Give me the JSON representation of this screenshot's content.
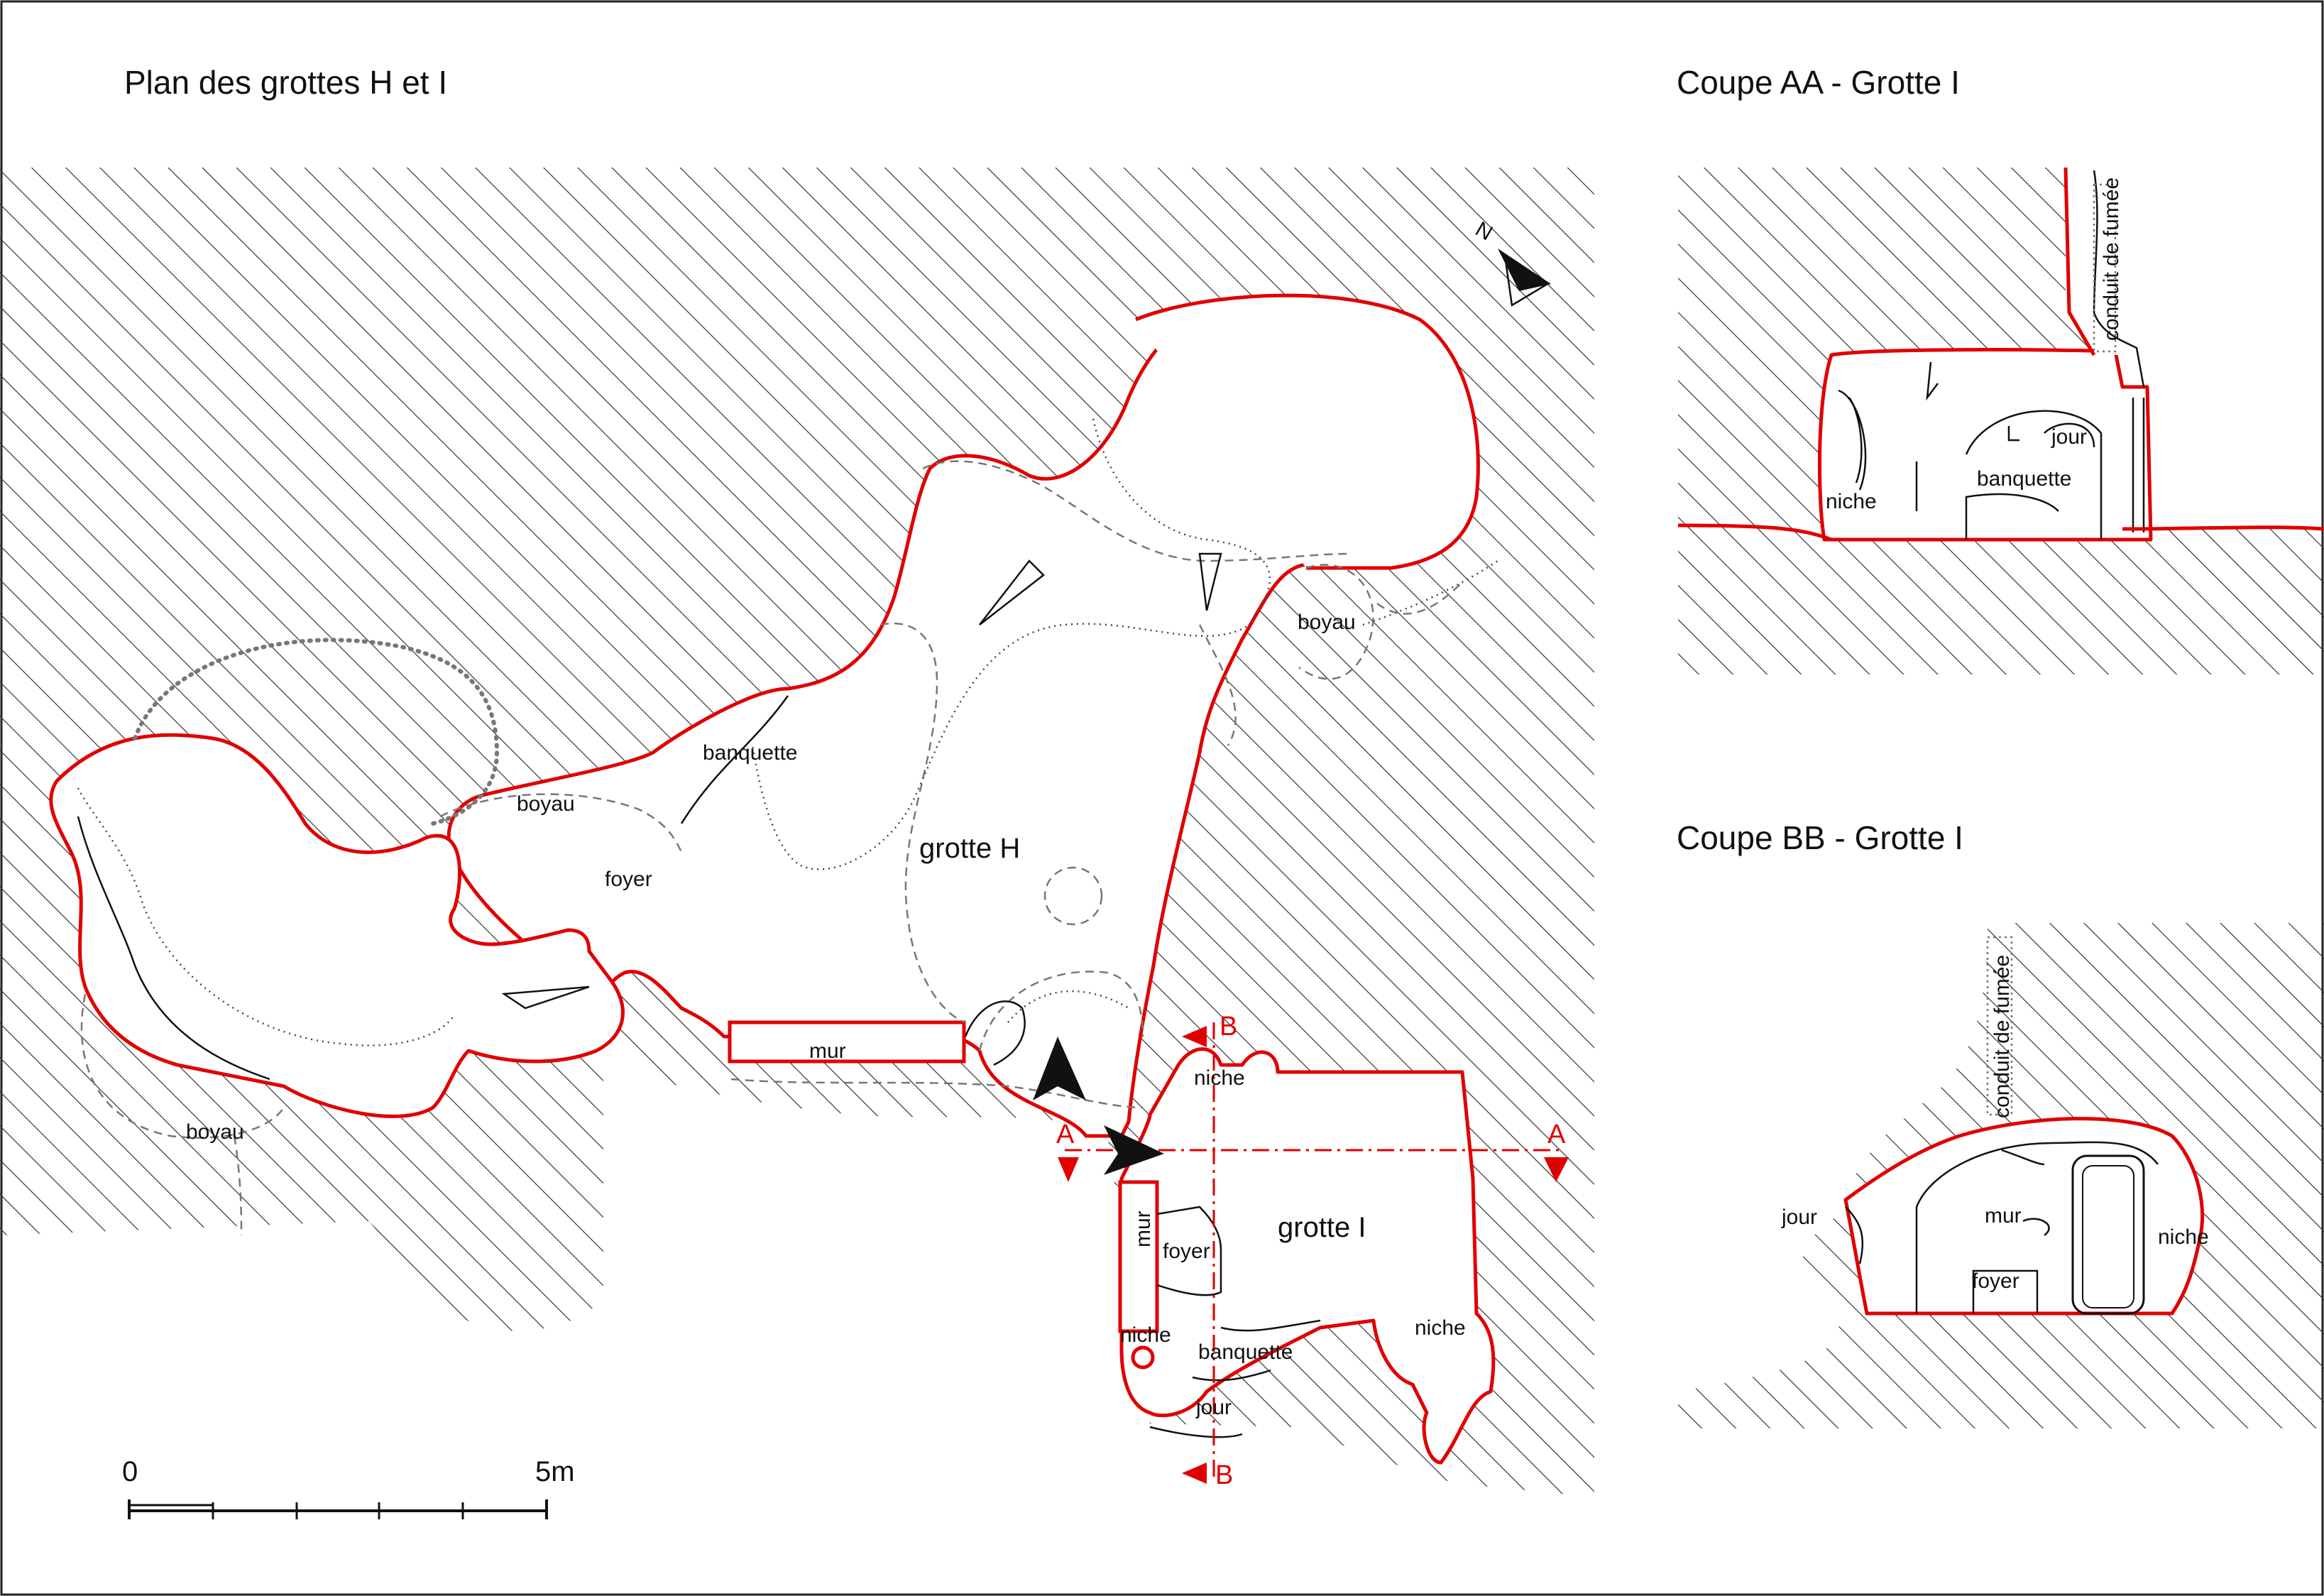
{
  "plan": {
    "title": "Plan des grottes H et I",
    "north_label": "N",
    "labels": {
      "grotte_h": "grotte H",
      "grotte_i": "grotte I",
      "banquette_h": "banquette",
      "boyau_1": "boyau",
      "boyau_2": "boyau",
      "boyau_3": "boyau",
      "foyer_h": "foyer",
      "mur_h": "mur",
      "niche_i_top": "niche",
      "mur_i": "mur",
      "foyer_i": "foyer",
      "niche_i_left": "niche",
      "banquette_i": "banquette",
      "jour_i": "jour",
      "niche_i_right": "niche"
    },
    "section_marks": {
      "a_left": "A",
      "a_right": "A",
      "b_top": "B",
      "b_bottom": "B"
    }
  },
  "coupe_aa": {
    "title": "Coupe AA - Grotte I",
    "labels": {
      "conduit": "conduit de fumée",
      "jour": "jour",
      "banquette": "banquette",
      "niche": "niche"
    }
  },
  "coupe_bb": {
    "title": "Coupe BB - Grotte I",
    "labels": {
      "conduit": "conduit de fumée",
      "jour": "jour",
      "mur": "mur",
      "niche": "niche",
      "foyer": "foyer"
    }
  },
  "scale_bar": {
    "start_label": "0",
    "end_label": "5m"
  },
  "colors": {
    "outline": "#e00000",
    "hatch": "#333333",
    "background": "#ffffff"
  }
}
